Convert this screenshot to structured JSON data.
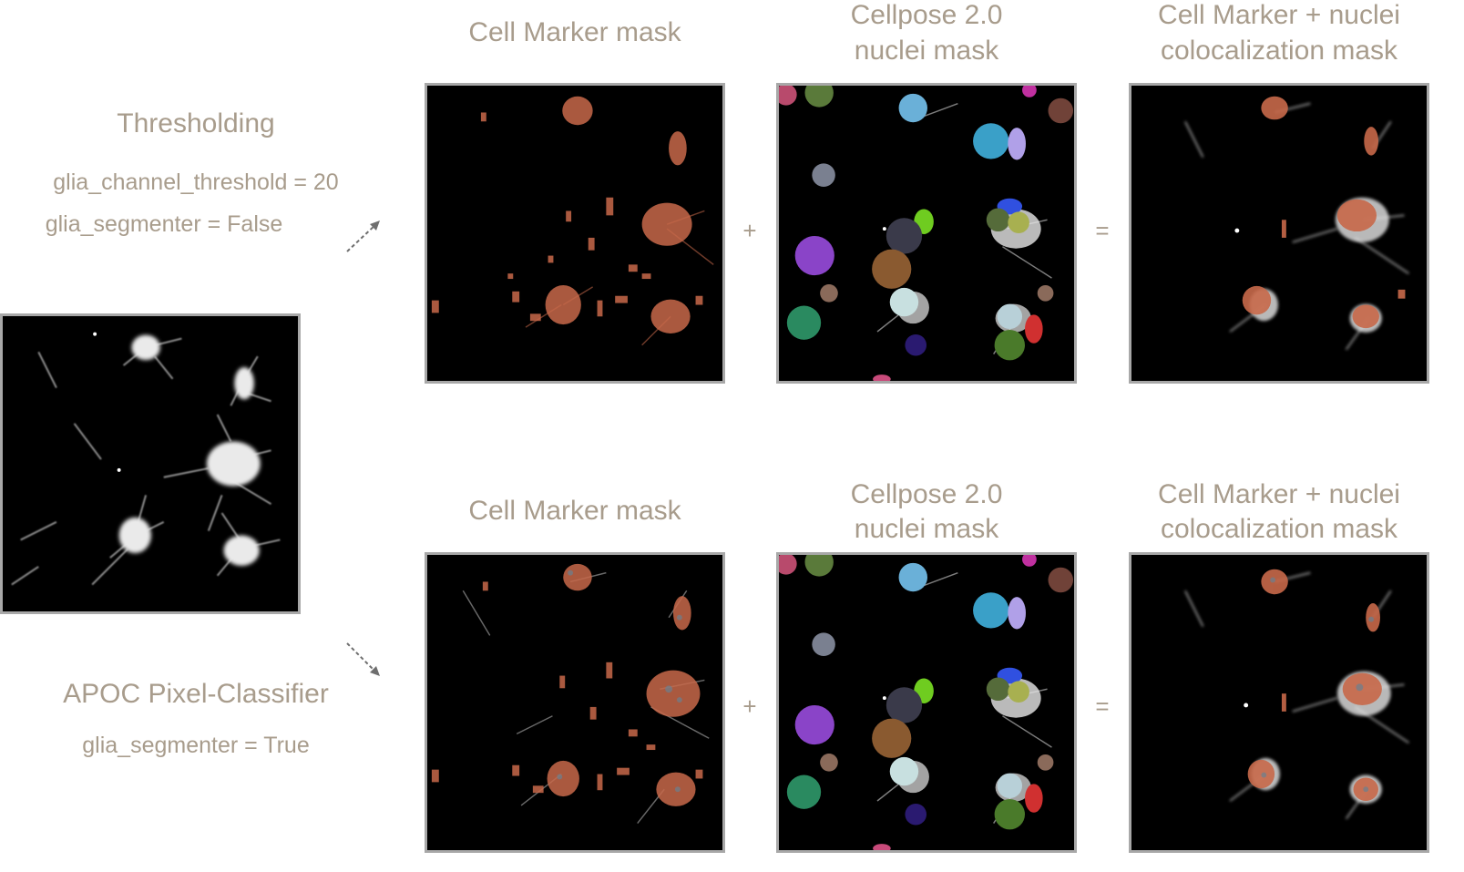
{
  "left": {
    "thresholding": {
      "title": "Thresholding",
      "params": [
        "glia_channel_threshold = 20",
        "glia_segmenter = False"
      ]
    },
    "apoc": {
      "title": "APOC Pixel-Classifier",
      "params": [
        "glia_segmenter = True"
      ]
    }
  },
  "rows": [
    {
      "marker_title": "Cell Marker mask",
      "nuclei_title": [
        "Cellpose 2.0",
        "nuclei mask"
      ],
      "coloc_title": [
        "Cell Marker + nuclei",
        "colocalization mask"
      ],
      "plus": "+",
      "equals": "="
    },
    {
      "marker_title": "Cell Marker mask",
      "nuclei_title": [
        "Cellpose 2.0",
        "nuclei mask"
      ],
      "coloc_title": [
        "Cell Marker + nuclei",
        "colocalization mask"
      ],
      "plus": "+",
      "equals": "="
    }
  ],
  "colors": {
    "text": "#a89c8c",
    "panel_border": "#a8a8a8",
    "marker_overlay": "#c8694a",
    "arrow": "#6e6e6e"
  }
}
